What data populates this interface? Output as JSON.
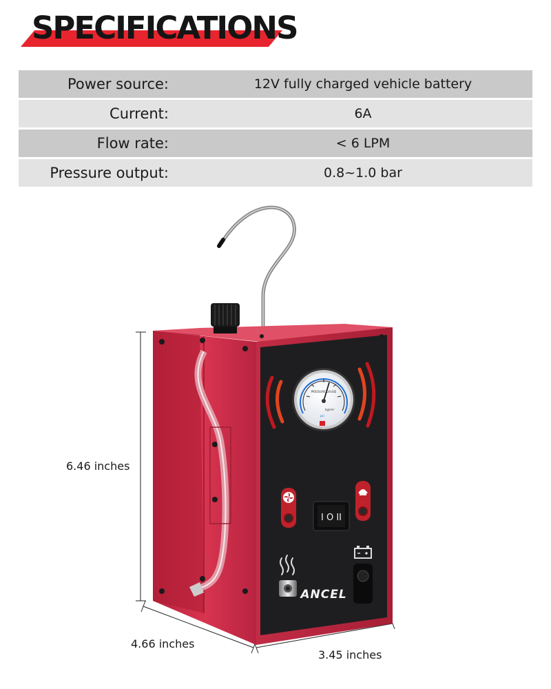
{
  "heading": {
    "title": "SPECIFICATIONS"
  },
  "specs": [
    {
      "label": "Power source:",
      "value": "12V fully charged vehicle battery"
    },
    {
      "label": "Current:",
      "value": "6A"
    },
    {
      "label": "Flow rate:",
      "value": "< 6 LPM"
    },
    {
      "label": "Pressure output:",
      "value": "0.8~1.0 bar"
    }
  ],
  "dimensions": {
    "height": "6.46 inches",
    "depth": "4.66 inches",
    "width": "3.45 inches"
  },
  "product": {
    "brand": "ANCEL",
    "switch_label": "I O II",
    "gauge_label": "PRESSURE GAUGE",
    "gauge_units": [
      "kg/cm²",
      "psi"
    ]
  },
  "colors": {
    "accent": "#e8252e",
    "case_red": "#c8283f",
    "panel_black": "#1e1e20"
  }
}
